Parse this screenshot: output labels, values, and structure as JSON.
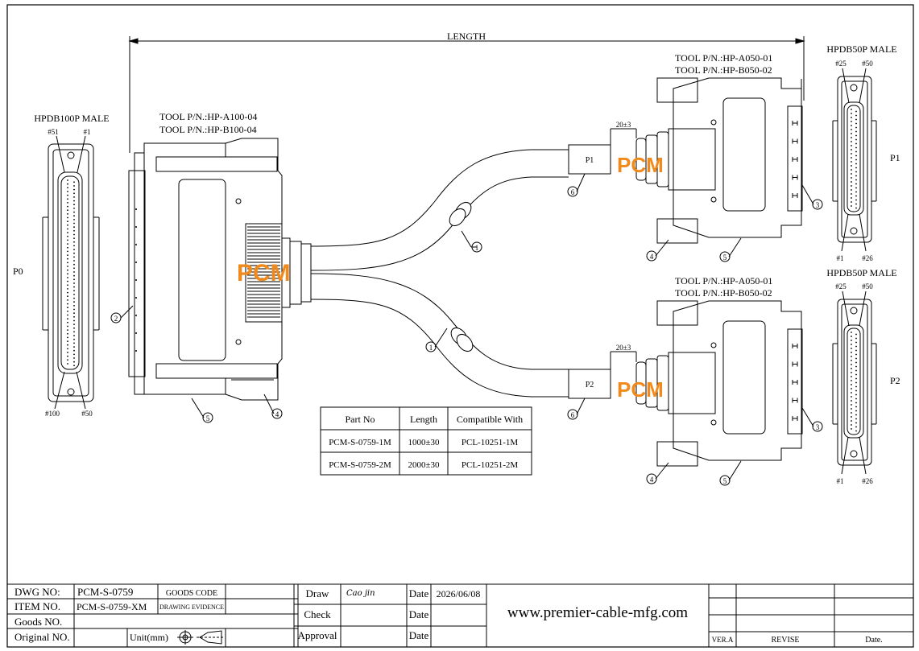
{
  "length_label": "LENGTH",
  "p0": {
    "label": "P0",
    "connector_name": "HPDB100P MALE",
    "tool_pn_1": "TOOL P/N.:HP-A100-04",
    "tool_pn_2": "TOOL P/N.:HP-B100-04",
    "pin_top_left": "#51",
    "pin_top_right": "#1",
    "pin_bottom_left": "#100",
    "pin_bottom_right": "#50"
  },
  "p1": {
    "label": "P1",
    "connector_name": "HPDB50P MALE",
    "tool_pn_1": "TOOL P/N.:HP-A050-01",
    "tool_pn_2": "TOOL P/N.:HP-B050-02",
    "pin_top_left": "#25",
    "pin_top_right": "#50",
    "pin_bottom_left": "#1",
    "pin_bottom_right": "#26",
    "sleeve_label": "P1",
    "dim": "20±3"
  },
  "p2": {
    "label": "P2",
    "connector_name": "HPDB50P MALE",
    "tool_pn_1": "TOOL P/N.:HP-A050-01",
    "tool_pn_2": "TOOL P/N.:HP-B050-02",
    "pin_top_left": "#25",
    "pin_top_right": "#50",
    "pin_bottom_left": "#1",
    "pin_bottom_right": "#26",
    "sleeve_label": "P2",
    "dim": "20±3"
  },
  "callouts": {
    "c1": "1",
    "c2": "2",
    "c3": "3",
    "c4": "4",
    "c5": "5",
    "c6": "6"
  },
  "logo": "PCM",
  "parts_table": {
    "headers": [
      "Part No",
      "Length",
      "Compatible With"
    ],
    "rows": [
      [
        "PCM-S-0759-1M",
        "1000±30",
        "PCL-10251-1M"
      ],
      [
        "PCM-S-0759-2M",
        "2000±30",
        "PCL-10251-2M"
      ]
    ]
  },
  "title_block": {
    "dwg_no_label": "DWG NO:",
    "dwg_no": "PCM-S-0759",
    "goods_code_label": "GOODS CODE",
    "item_no_label": "ITEM NO.",
    "item_no": "PCM-S-0759-XM",
    "drawing_evidence_label": "DRAWING EVIDENCE",
    "goods_no_label": "Goods NO.",
    "original_no_label": "Original NO.",
    "unit_label": "Unit(mm)",
    "draw_label": "Draw",
    "draw_signature": "Cao jin",
    "check_label": "Check",
    "approval_label": "Approval",
    "date_label": "Date",
    "draw_date": "2026/06/08",
    "website": "www.premier-cable-mfg.com",
    "ver_label": "VER.A",
    "revise_label": "REVISE",
    "date_col_label": "Date."
  }
}
